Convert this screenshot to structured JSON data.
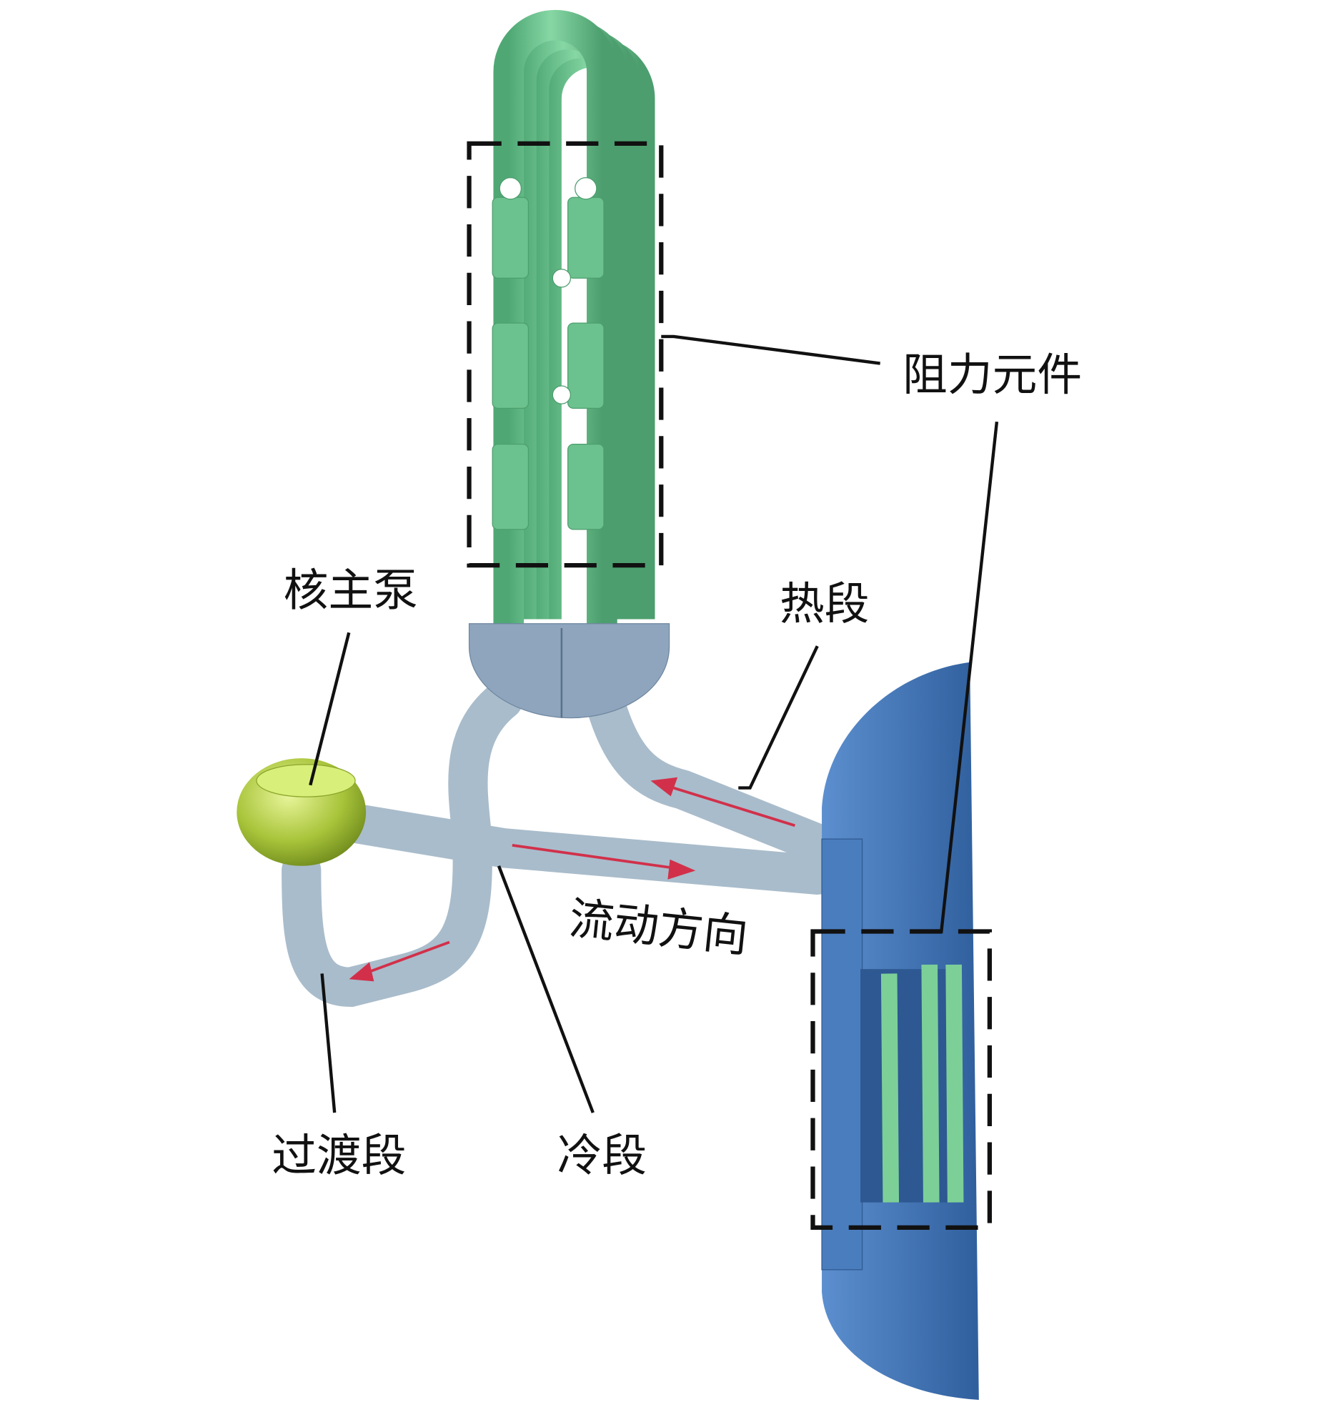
{
  "labels": {
    "resistance_element": "阻力元件",
    "main_pump": "核主泵",
    "hot_leg": "热段",
    "flow_direction": "流动方向",
    "transition_leg": "过渡段",
    "cold_leg": "冷段"
  },
  "colors": {
    "tube_green": "#6cc28e",
    "pipe": "#a9bccb",
    "vessel": "#3f72b3",
    "pump": "#a8c43a",
    "arrow": "#d2304a"
  }
}
